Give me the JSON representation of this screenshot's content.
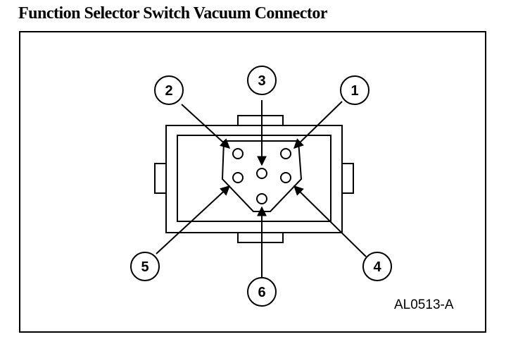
{
  "title": "Function Selector Switch Vacuum Connector",
  "figure_id": "AL0513-A",
  "callouts": {
    "c1": "1",
    "c2": "2",
    "c3": "3",
    "c4": "4",
    "c5": "5",
    "c6": "6"
  }
}
